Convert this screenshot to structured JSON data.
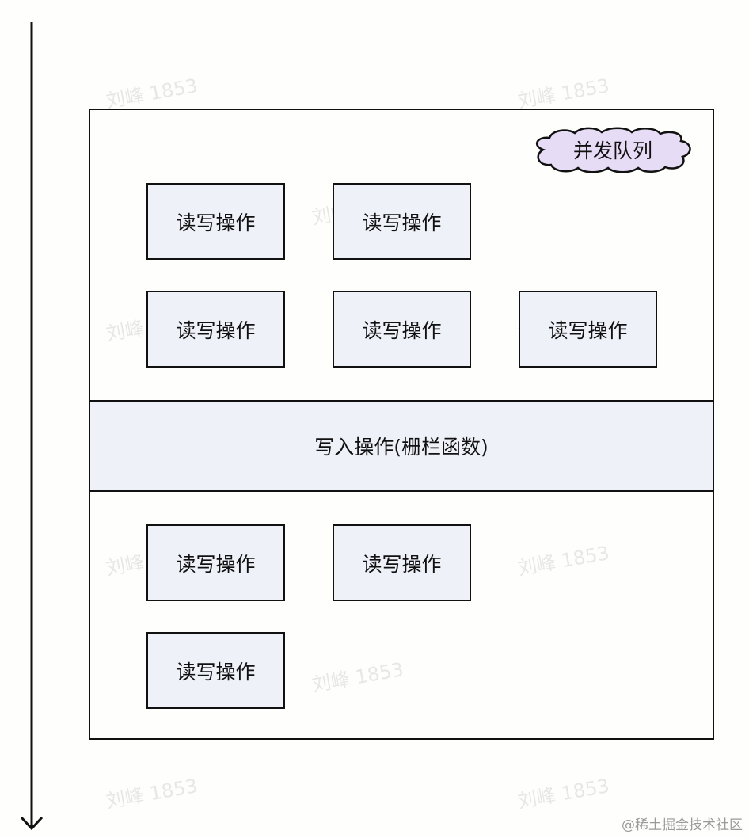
{
  "diagram": {
    "queue_label": "并发队列",
    "barrier_label": "写入操作(栅栏函数)",
    "operations": {
      "top_row1": [
        "读写操作",
        "读写操作"
      ],
      "top_row2": [
        "读写操作",
        "读写操作",
        "读写操作"
      ],
      "bottom_row1": [
        "读写操作",
        "读写操作"
      ],
      "bottom_row2": [
        "读写操作"
      ]
    }
  },
  "watermark_text": "刘峰 1853",
  "footer": {
    "credit": "@稀土掘金技术社区"
  }
}
